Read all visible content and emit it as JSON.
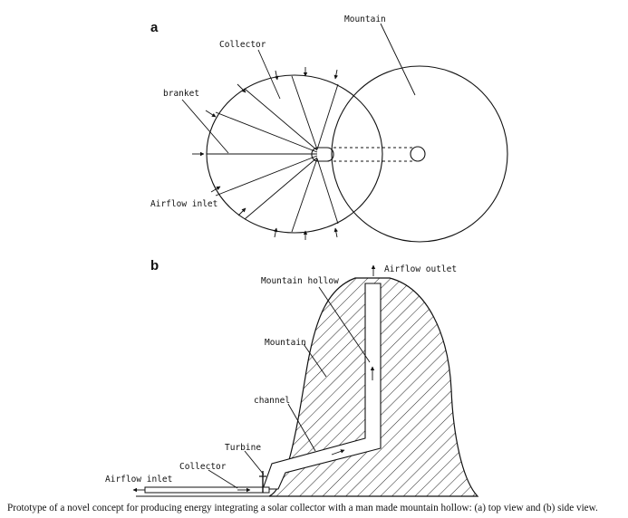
{
  "panel_a": {
    "label": "a",
    "mountain_label": "Mountain",
    "collector_label": "Collector",
    "bracket_label": "branket",
    "inlet_label": "Airflow inlet"
  },
  "panel_b": {
    "label": "b",
    "outlet_label": "Airflow outlet",
    "hollow_label": "Mountain hollow",
    "mountain_label": "Mountain",
    "channel_label": "channel",
    "turbine_label": "Turbine",
    "collector_label": "Collector",
    "inlet_label": "Airflow inlet"
  },
  "caption": "Prototype of a novel concept for producing energy integrating a solar collector with a man made mountain hollow: (a) top view and (b) side view."
}
